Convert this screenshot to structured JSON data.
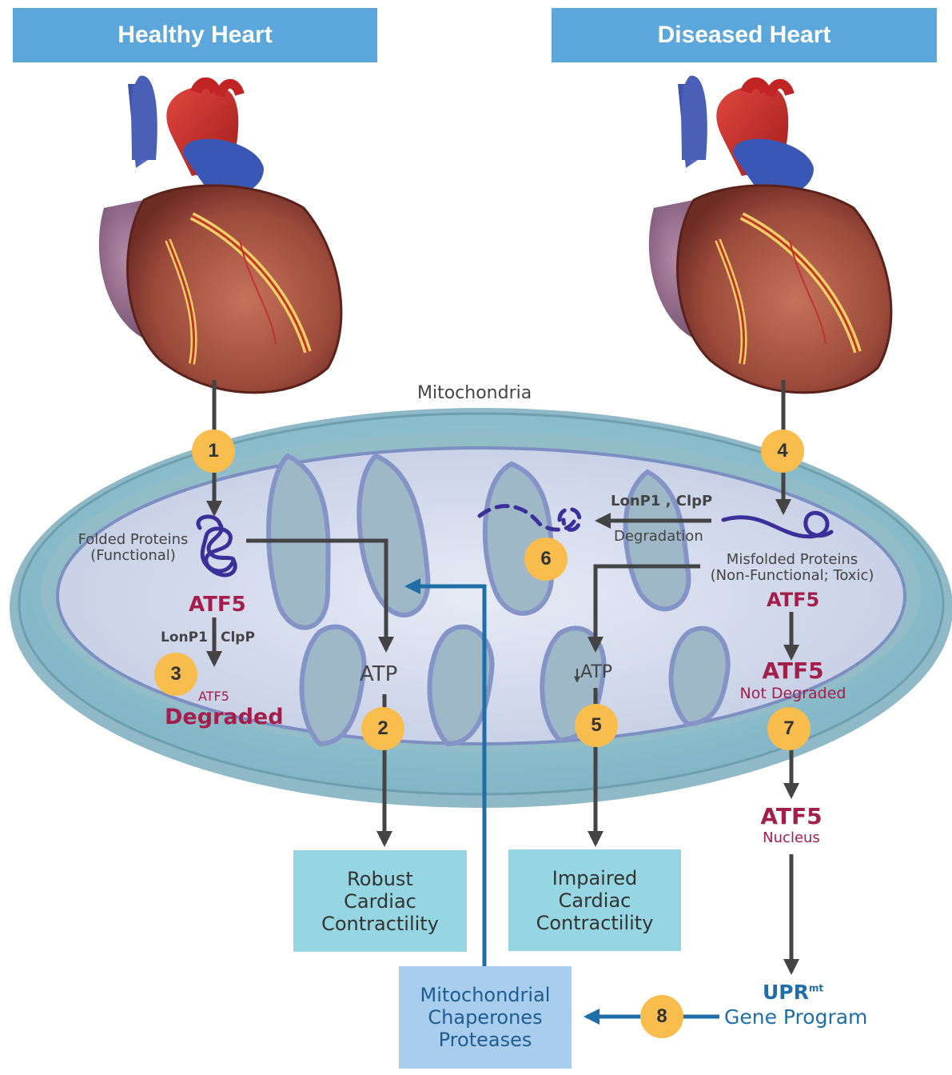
{
  "banners": {
    "healthy": "Healthy Heart",
    "diseased": "Diseased Heart"
  },
  "mitochondria_label": "Mitochondria",
  "left": {
    "folded_line1": "Folded Proteins",
    "folded_line2": "(Functional)",
    "atf5": "ATF5",
    "lonp1": "LonP1",
    "clpp": "ClpP",
    "atf5_small": "ATF5",
    "degraded": "Degraded",
    "atp": "ATP"
  },
  "right": {
    "lonp1_clpp": "LonP1 , ClpP",
    "degradation": "Degradation",
    "misfolded_line1": "Misfolded Proteins",
    "misfolded_line2": "(Non-Functional; Toxic)",
    "atf5": "ATF5",
    "atp": "ATP",
    "atf5_2": "ATF5",
    "not_degraded": "Not Degraded",
    "atf5_3": "ATF5",
    "nucleus": "Nucleus",
    "upr": "UPR",
    "upr_sup": "mt",
    "gene_program": "Gene Program"
  },
  "boxes": {
    "robust": [
      "Robust",
      "Cardiac",
      "Contractility"
    ],
    "impaired": [
      "Impaired",
      "Cardiac",
      "Contractility"
    ],
    "chaperones": [
      "Mitochondrial",
      "Chaperones",
      "Proteases"
    ]
  },
  "steps": [
    "1",
    "2",
    "3",
    "4",
    "5",
    "6",
    "7",
    "8"
  ],
  "colors": {
    "banner": "#5ba7db",
    "badge": "#f8bd4c",
    "atf5_red": "#a51d4a",
    "arrow_dark": "#444444",
    "arrow_blue": "#1f6ea8",
    "box_teal": "#95d6e2",
    "box_blue": "#a9cdec",
    "protein": "#3b2f9a"
  },
  "icons": {
    "heart_left": "heart-illustration",
    "heart_right": "heart-illustration",
    "protein_folded": "folded-protein-icon",
    "protein_misfolded": "misfolded-protein-icon",
    "protein_fragments": "degraded-protein-icon"
  }
}
